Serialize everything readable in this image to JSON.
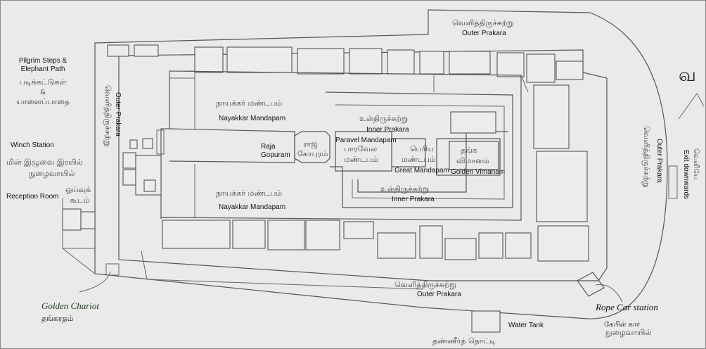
{
  "map": {
    "outer_prakara_top": {
      "ta": "வெளித்திருச்சுற்று",
      "en": "Outer Prakara"
    },
    "outer_prakara_bottom": {
      "ta": "வெளித்திருச்சுற்று",
      "en": "Outer Prakara"
    },
    "outer_prakara_left": {
      "ta": "வெளித்திருச்சுற்று",
      "en": "Outer Prakara"
    },
    "outer_prakara_right": {
      "ta": "வெளித்திருச்சுற்று",
      "en": "Outer Prakara"
    },
    "pilgrim_steps": {
      "en_1": "Pilgrim Steps &",
      "en_2": "Elephant Path",
      "ta_1": "படிக்கட்டுகள்",
      "amp": "&",
      "ta_2": "யானைப்பாதை"
    },
    "winch_station": {
      "en": "Winch Station",
      "ta_1": "மின் இழுவை இரயில்",
      "ta_2": "நுழைவாயில்"
    },
    "reception_room": {
      "en": "Reception Room",
      "ta_1": "ஓய்வுக்",
      "ta_2": "கூடம்"
    },
    "nayakkar_mandapam_top": {
      "ta": "நாயக்கர் மண்டபம்",
      "en": "Nayakkar Mandapam"
    },
    "nayakkar_mandapam_bottom": {
      "ta": "நாயக்கர் மண்டபம்",
      "en": "Nayakkar Mandapam"
    },
    "raja_gopuram": {
      "en_1": "Raja",
      "en_2": "Gopuram",
      "ta_1": "ராஜ",
      "ta_2": "கோபுரம்"
    },
    "paravel_mandapam": {
      "en": "Paravel Mandapam",
      "ta_1": "பாரவேல",
      "ta_2": "மண்டபம்"
    },
    "inner_prakara_top": {
      "ta": "உள்திருச்சுற்று",
      "en": "Inner Prakara"
    },
    "inner_prakara_bottom": {
      "ta": "உள்திருச்சுற்று",
      "en": "Inner Prakara"
    },
    "great_mandapam": {
      "ta_1": "பெரிய",
      "ta_2": "மண்டபம்",
      "en": "Great Mandapam"
    },
    "golden_vimanam": {
      "ta_1": "தங்க",
      "ta_2": "விமானம்",
      "en": "Golden Vimanam"
    },
    "exit_downwards": {
      "ta": "வெளியே",
      "en": "Exit downwards"
    },
    "golden_chariot": {
      "en": "Golden Chariot",
      "ta": "தங்கரதம்"
    },
    "water_tank": {
      "en": "Water Tank",
      "ta": "தண்ணீர்த் தொட்டி"
    },
    "rope_car_station": {
      "en": "Rope Car station",
      "ta_1": "கேபிள் கார்",
      "ta_2": "நுழைவாயில்"
    },
    "corner_glyph": "வ"
  }
}
